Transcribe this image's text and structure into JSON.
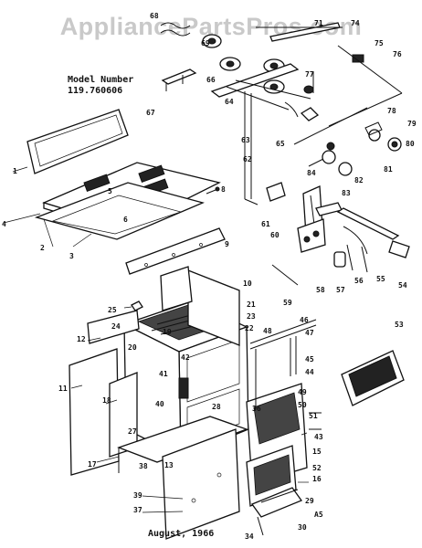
{
  "watermark": "AppliancePartsPros.com",
  "model": {
    "label": "Model Number",
    "number": "119.760606"
  },
  "footer": {
    "date": "August, 1966",
    "corner_code": "A5"
  },
  "callouts": [
    "1",
    "2",
    "3",
    "4",
    "5",
    "6",
    "8",
    "9",
    "10",
    "11",
    "12",
    "13",
    "15",
    "16",
    "17",
    "18",
    "19",
    "20",
    "21",
    "22",
    "23",
    "24",
    "25",
    "27",
    "28",
    "29",
    "30",
    "34",
    "36",
    "37",
    "38",
    "39",
    "40",
    "41",
    "42",
    "43",
    "44",
    "45",
    "46",
    "47",
    "48",
    "49",
    "50",
    "51",
    "52",
    "53",
    "54",
    "55",
    "56",
    "57",
    "58",
    "59",
    "60",
    "61",
    "62",
    "63",
    "64",
    "65",
    "66",
    "67",
    "68",
    "69",
    "71",
    "74",
    "75",
    "76",
    "77",
    "78",
    "79",
    "80",
    "81",
    "82",
    "83",
    "84"
  ]
}
